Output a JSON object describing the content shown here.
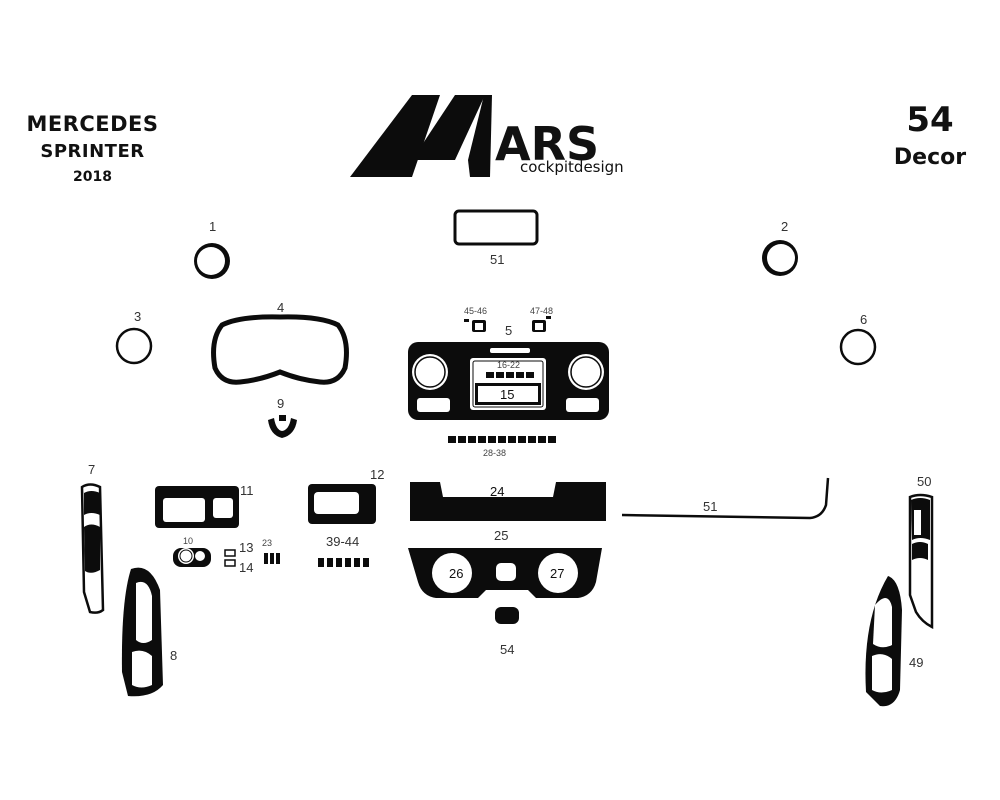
{
  "header": {
    "brand_line1": "MERCEDES",
    "brand_line2": "SPRINTER",
    "year": "2018",
    "part_count": "54",
    "part_type": "Decor"
  },
  "logo": {
    "main": "ARS",
    "sub": "cockpitdesign"
  },
  "parts": {
    "p1": "1",
    "p2": "2",
    "p3": "3",
    "p4": "4",
    "p5": "5",
    "p6": "6",
    "p7": "7",
    "p8": "8",
    "p9": "9",
    "p10": "10",
    "p11": "11",
    "p12": "12",
    "p13": "13",
    "p14": "14",
    "p15": "15",
    "p16_22": "16-22",
    "p23": "23",
    "p24": "24",
    "p25": "25",
    "p26": "26",
    "p27": "27",
    "p28_38": "28-38",
    "p39_44": "39-44",
    "p45_46": "45-46",
    "p47_48": "47-48",
    "p49": "49",
    "p50": "50",
    "p51a": "51",
    "p51b": "51",
    "p54": "54"
  }
}
